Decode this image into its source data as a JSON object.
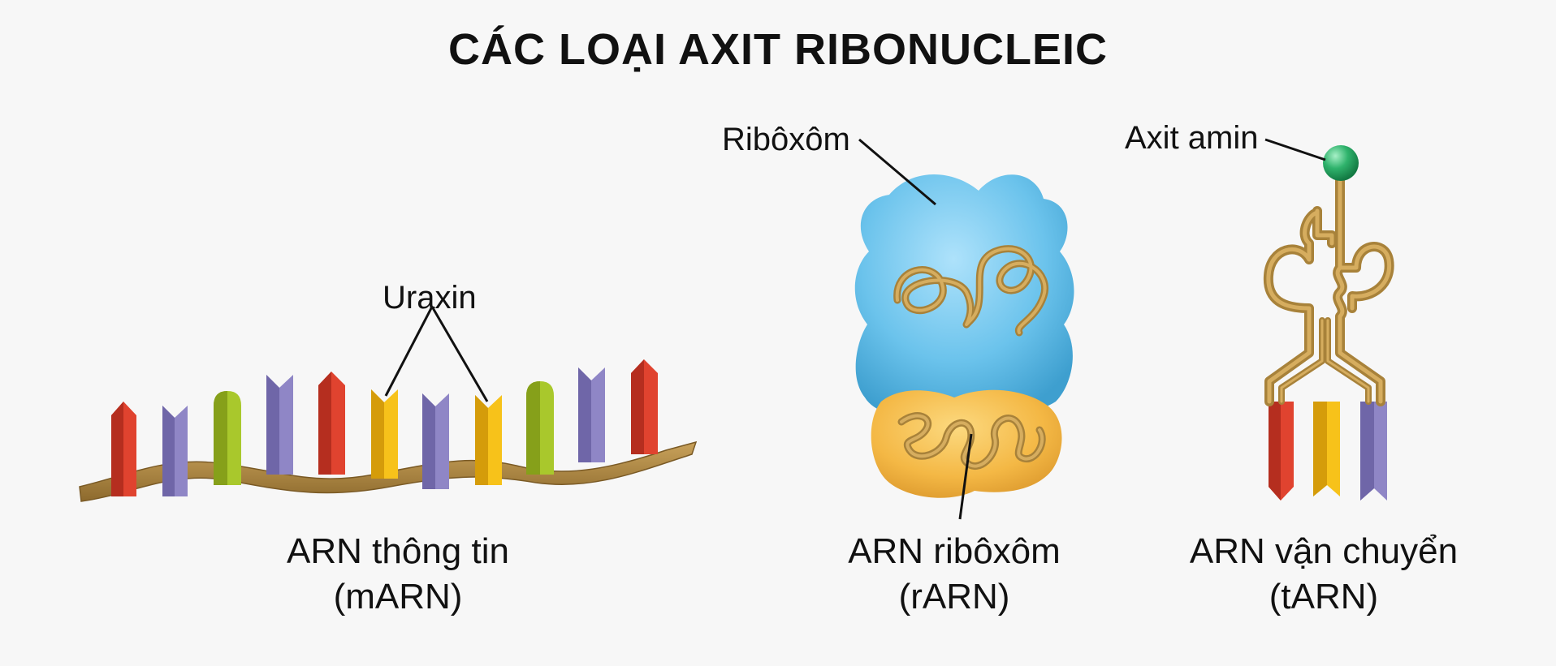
{
  "title": "CÁC LOẠI AXIT RIBONUCLEIC",
  "mrna": {
    "callout": "Uraxin",
    "caption_line1": "ARN thông tin",
    "caption_line2": "(mARN)"
  },
  "rrna": {
    "callout": "Ribôxôm",
    "caption_line1": "ARN ribôxôm",
    "caption_line2": "(rARN)"
  },
  "trna": {
    "callout": "Axit amin",
    "caption_line1": "ARN vận chuyển",
    "caption_line2": "(tARN)"
  },
  "colors": {
    "red": "#e0432f",
    "purple": "#8f86c6",
    "green": "#a9c82c",
    "yellow": "#f7c21a",
    "backbone": "#b8924a",
    "ribosome_large": "#69c1ea",
    "ribosome_small": "#f6bd4e",
    "amino_acid": "#2fb36c"
  }
}
